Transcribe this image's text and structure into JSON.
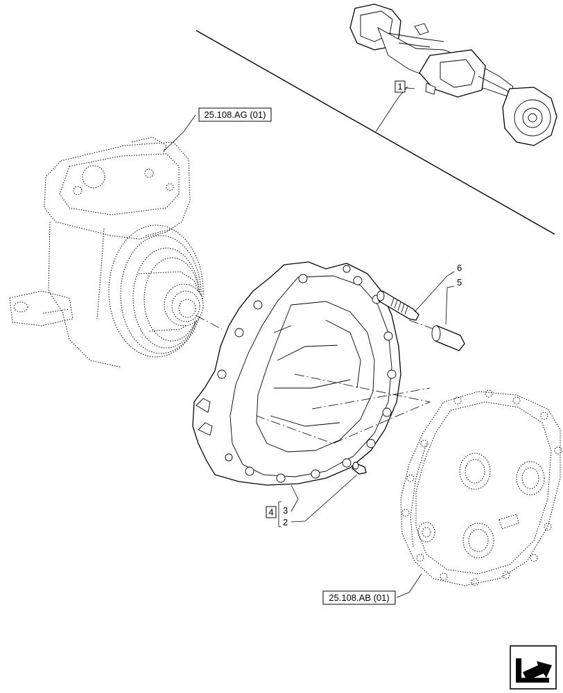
{
  "callouts": {
    "assembly": "1",
    "knuckle_ref": "25.108.AG (01)",
    "cover_ref": "25.108.AB (01)",
    "kit": "4",
    "housing": "3",
    "dowel_pin": "2",
    "stud": "6",
    "pin": "5"
  },
  "icons": {
    "nav": "next-page-arrow-icon"
  }
}
